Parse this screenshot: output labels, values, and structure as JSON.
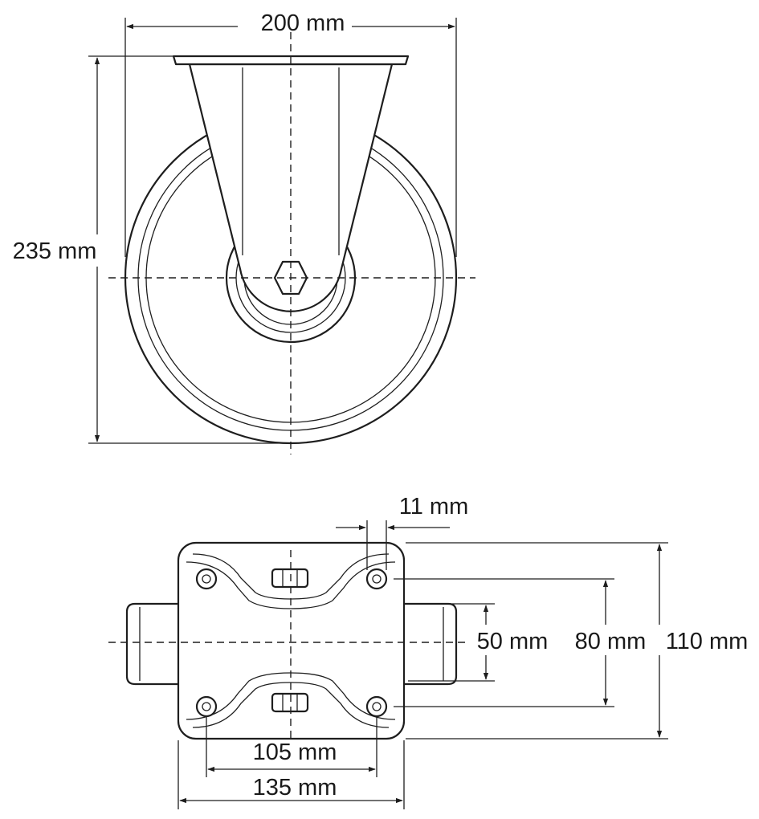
{
  "dimensions": {
    "overall_width": "200 mm",
    "overall_height": "235 mm",
    "bolt_hole": "11 mm",
    "axle_width": "50 mm",
    "hole_spacing_vertical": "80 mm",
    "plate_height": "110 mm",
    "hole_spacing_horizontal": "105 mm",
    "plate_width": "135 mm"
  },
  "colors": {
    "line": "#1e1e1e",
    "background": "#ffffff"
  }
}
